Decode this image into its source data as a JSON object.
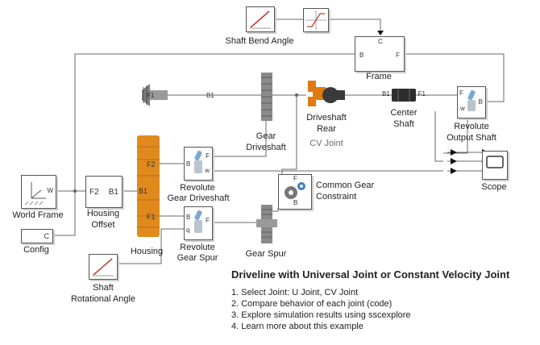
{
  "model": {
    "title": "Driveline with Universal Joint or Constant Velocity Joint",
    "steps": [
      "1. Select Joint: U Joint, CV Joint",
      "2. Compare behavior of each joint (code)",
      "3. Explore simulation results using sscexplore",
      "4. Learn more about this example"
    ]
  },
  "blocks": {
    "shaft_bend_angle": "Shaft Bend Angle",
    "frame": "Frame",
    "gear_driveshaft": [
      "Gear",
      "Driveshaft"
    ],
    "driveshaft_rear": [
      "Driveshaft",
      "Rear"
    ],
    "cv_joint": "CV Joint",
    "center_shaft": [
      "Center",
      "Shaft"
    ],
    "revolute_output_shaft": [
      "Revolute",
      "Output Shaft"
    ],
    "scope": "Scope",
    "world_frame": "World Frame",
    "housing_offset": [
      "Housing",
      "Offset"
    ],
    "revolute_gear_driveshaft": [
      "Revolute",
      "Gear Driveshaft"
    ],
    "common_gear_constraint": [
      "Common Gear",
      "Constraint"
    ],
    "config": "Config",
    "housing": "Housing",
    "revolute_gear_spur": [
      "Revolute",
      "Gear Spur"
    ],
    "gear_spur": "Gear Spur",
    "shaft_rotational_angle": [
      "Shaft",
      "Rotational Angle"
    ]
  },
  "ports": {
    "frame_b": "B",
    "frame_f": "F",
    "frame_top": "C",
    "housing_offset_f2": "F2",
    "housing_offset_b1": "B1",
    "housing_b1": "B1",
    "housing_f1": "F1",
    "housing_f2": "F2",
    "rev_b": "B",
    "rev_f": "F",
    "rev_w": "w",
    "rev_q": "q",
    "world_w": "W",
    "config_c": "C",
    "gear_f1": "F1",
    "gear_b1": "B1",
    "center_b1": "B1",
    "center_f1": "F1",
    "cgc_f": "F",
    "cgc_b": "B",
    "out_f": "F",
    "out_b": "B",
    "out_w": "w"
  },
  "colors": {
    "wire": "#6a6a6a",
    "housing": "#e08a1e",
    "driveshaft_rear": "#e07a10",
    "shaft_dark": "#3a3a3a"
  }
}
